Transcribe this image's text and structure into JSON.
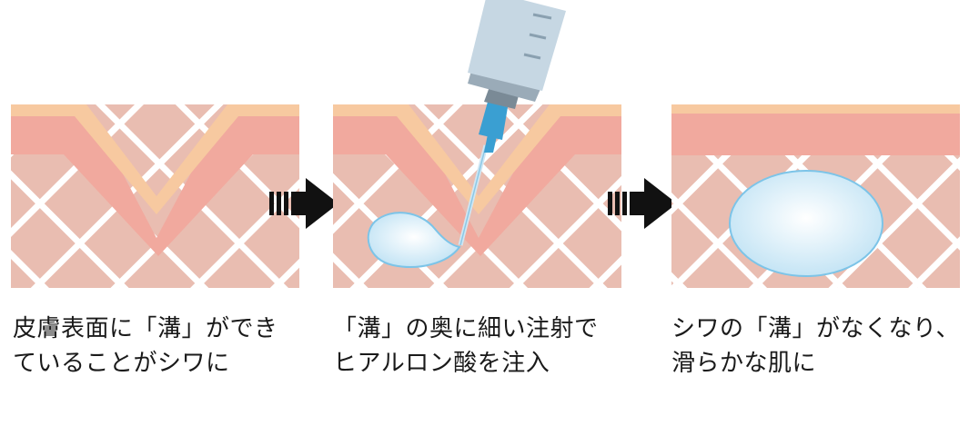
{
  "colors": {
    "skin_outer": "#f7c9a0",
    "skin_mid": "#f1a99e",
    "dermis": "#e9bdb1",
    "lattice": "#ffffff",
    "arrow": "#111111",
    "filler": "#cde8f5",
    "filler_edge": "#7cc4e8",
    "syringe_body": "#c6d7e3",
    "needle_hub": "#3a9fd2"
  },
  "steps": [
    {
      "caption_line1": "皮膚表面に「溝」ができ",
      "caption_line2": "ていることがシワに"
    },
    {
      "caption_line1": "「溝」の奥に細い注射で",
      "caption_line2": "ヒアルロン酸を注入"
    },
    {
      "caption_line1": "シワの「溝」がなくなり、",
      "caption_line2": "滑らかな肌に"
    }
  ]
}
